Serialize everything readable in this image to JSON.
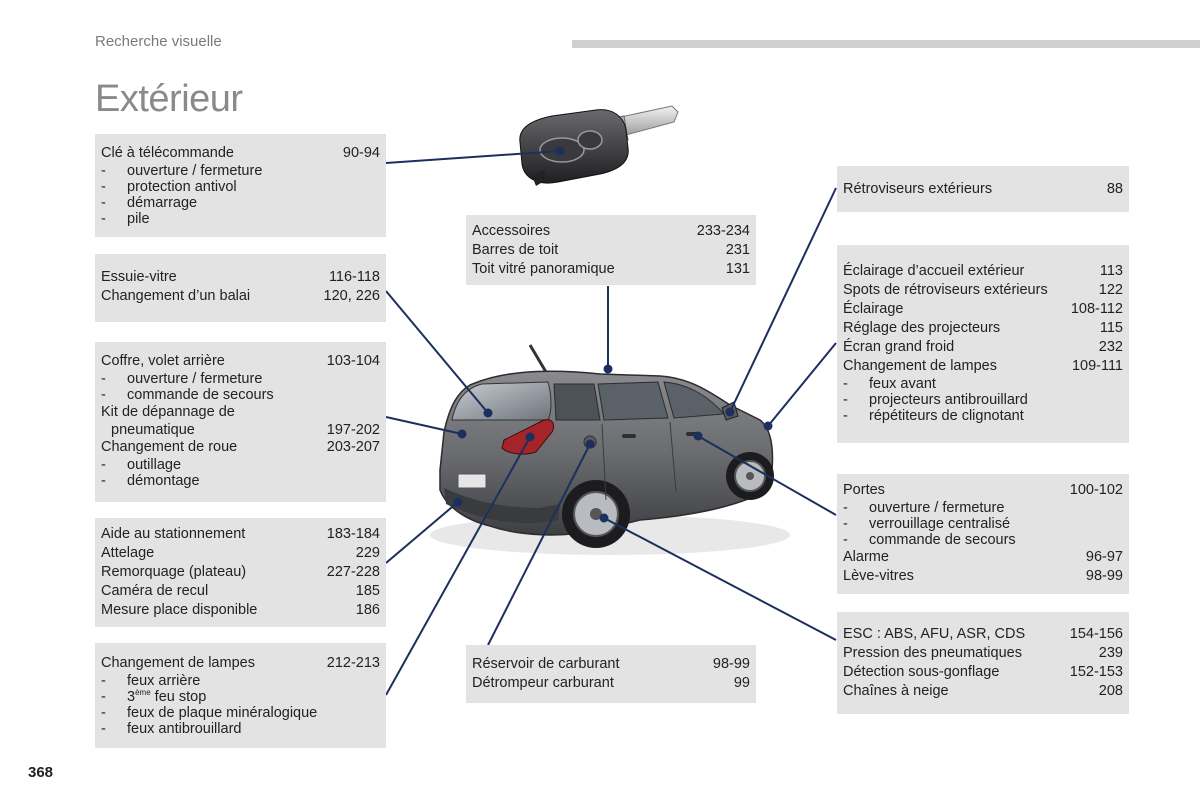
{
  "header": {
    "section": "Recherche visuelle"
  },
  "title": "Extérieur",
  "page_number": "368",
  "boxes": {
    "key": {
      "label": "Clé à télécommande",
      "pages": "90-94",
      "items": [
        "ouverture / fermeture",
        "protection antivol",
        "démarrage",
        "pile"
      ]
    },
    "wipers": {
      "rows": [
        {
          "label": "Essuie-vitre",
          "pages": "116-118"
        },
        {
          "label": "Changement d’un balai",
          "pages": "120, 226"
        }
      ]
    },
    "boot": {
      "label": "Coffre, volet arrière",
      "pages": "103-104",
      "items": [
        "ouverture / fermeture",
        "commande de secours"
      ],
      "kit_line1": "Kit de dépannage de",
      "kit_line2": "pneumatique",
      "kit_pages": "197-202",
      "wheel_label": "Changement de roue",
      "wheel_pages": "203-207",
      "wheel_items": [
        "outillage",
        "démontage"
      ]
    },
    "parking": {
      "rows": [
        {
          "label": "Aide au stationnement",
          "pages": "183-184"
        },
        {
          "label": "Attelage",
          "pages": "229"
        },
        {
          "label": "Remorquage (plateau)",
          "pages": "227-228"
        },
        {
          "label": "Caméra de recul",
          "pages": "185"
        },
        {
          "label": "Mesure place disponible",
          "pages": "186"
        }
      ]
    },
    "rear_lamps": {
      "label": "Changement de lampes",
      "pages": "212-213",
      "item1": "feux arrière",
      "item2_num": "3",
      "item2_sup": "ème",
      "item2_rest": " feu stop",
      "item3": "feux de plaque minéralogique",
      "item4": "feux antibrouillard"
    },
    "accessories": {
      "rows": [
        {
          "label": "Accessoires",
          "pages": "233-234"
        },
        {
          "label": "Barres de toit",
          "pages": "231"
        },
        {
          "label": "Toit vitré panoramique",
          "pages": "131"
        }
      ]
    },
    "fuel": {
      "rows": [
        {
          "label": "Réservoir de carburant",
          "pages": "98-99"
        },
        {
          "label": "Détrompeur carburant",
          "pages": "99"
        }
      ]
    },
    "mirrors": {
      "label": "Rétroviseurs extérieurs",
      "pages": "88"
    },
    "lighting": {
      "rows": [
        {
          "label": "Éclairage d’accueil extérieur",
          "pages": "113"
        },
        {
          "label": "Spots de rétroviseurs extérieurs",
          "pages": "122"
        },
        {
          "label": "Éclairage",
          "pages": "108-112"
        },
        {
          "label": "Réglage des projecteurs",
          "pages": "115"
        },
        {
          "label": "Écran grand froid",
          "pages": "232"
        },
        {
          "label": "Changement de lampes",
          "pages": "109-111"
        }
      ],
      "items": [
        "feux avant",
        "projecteurs antibrouillard",
        "répétiteurs de clignotant"
      ]
    },
    "doors": {
      "label": "Portes",
      "pages": "100-102",
      "items": [
        "ouverture / fermeture",
        "verrouillage centralisé",
        "commande de secours"
      ],
      "rows": [
        {
          "label": "Alarme",
          "pages": "96-97"
        },
        {
          "label": "Lève-vitres",
          "pages": "98-99"
        }
      ]
    },
    "esc": {
      "rows": [
        {
          "label": "ESC : ABS, AFU, ASR, CDS",
          "pages": "154-156"
        },
        {
          "label": "Pression des pneumatiques",
          "pages": "239"
        },
        {
          "label": "Détection sous-gonflage",
          "pages": "152-153"
        },
        {
          "label": "Chaînes à neige",
          "pages": "208"
        }
      ]
    }
  },
  "colors": {
    "box_bg": "#e3e3e4",
    "leader_line": "#1c2f5e",
    "car_body": "#6e6f73",
    "title": "#8a8a8a"
  }
}
